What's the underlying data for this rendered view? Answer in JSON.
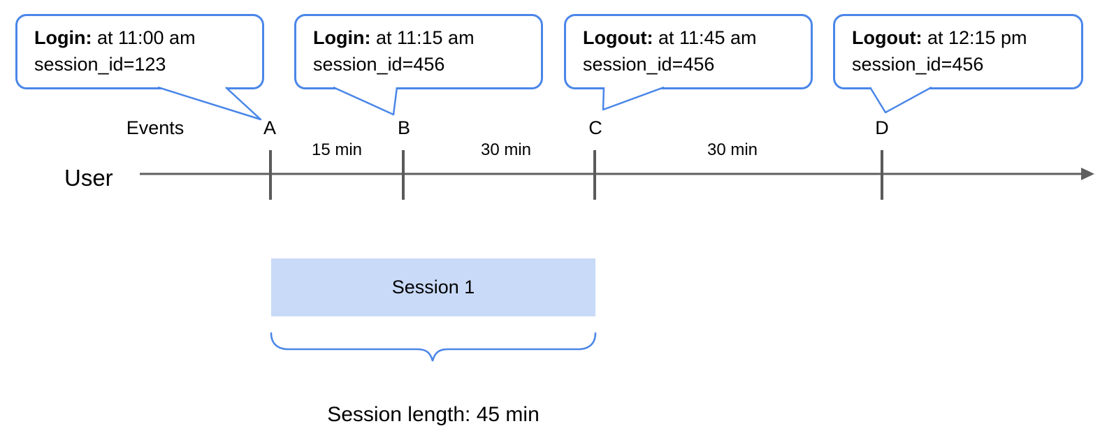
{
  "diagram": {
    "callouts": [
      {
        "title": "Login:",
        "detail": " at 11:00 am",
        "line2": "session_id=123"
      },
      {
        "title": "Login:",
        "detail": " at 11:15 am",
        "line2": "session_id=456"
      },
      {
        "title": "Logout:",
        "detail": " at 11:45 am",
        "line2": "session_id=456"
      },
      {
        "title": "Logout:",
        "detail": " at 12:15 pm",
        "line2": "session_id=456"
      }
    ],
    "events_label": "Events",
    "event_markers": [
      "A",
      "B",
      "C",
      "D"
    ],
    "intervals": [
      "15 min",
      "30 min",
      "30 min"
    ],
    "user_label": "User",
    "session_box_label": "Session 1",
    "session_length_label": "Session length: 45 min",
    "colors": {
      "callout_blue": "#4a86e8",
      "session_fill": "#c9daf8",
      "timeline_gray": "#5f5f5f"
    }
  }
}
